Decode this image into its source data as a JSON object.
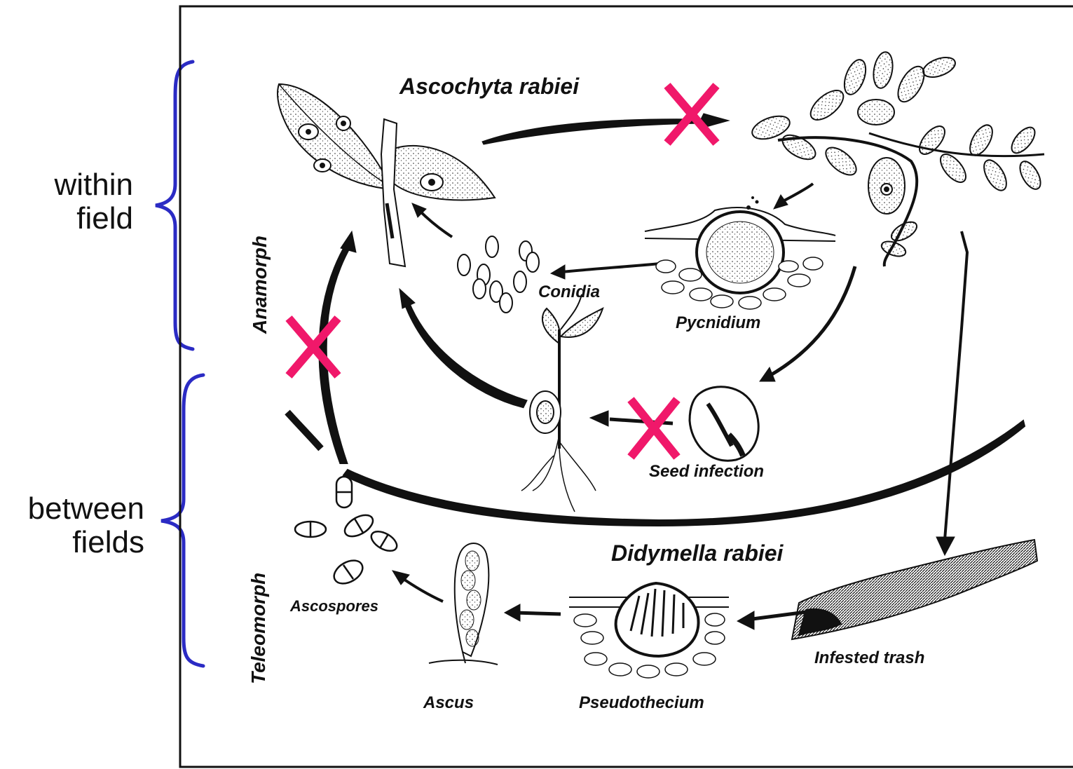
{
  "side_labels": {
    "within_line1": "within",
    "within_line2": "field",
    "between_line1": "between",
    "between_line2": "fields"
  },
  "phases": {
    "anamorph": "Anamorph",
    "teleomorph": "Teleomorph"
  },
  "titles": {
    "ascochyta": "Ascochyta  rabiei",
    "didymella": "Didymella  rabiei"
  },
  "stages": {
    "conidia": "Conidia",
    "pycnidium": "Pycnidium",
    "seed_infection": "Seed infection",
    "ascospores": "Ascospores",
    "ascus": "Ascus",
    "pseudothecium": "Pseudothecium",
    "infested_trash": "Infested  trash"
  },
  "colors": {
    "bracket": "#2b2bc4",
    "cross": "#f0186a",
    "ink": "#111111"
  }
}
